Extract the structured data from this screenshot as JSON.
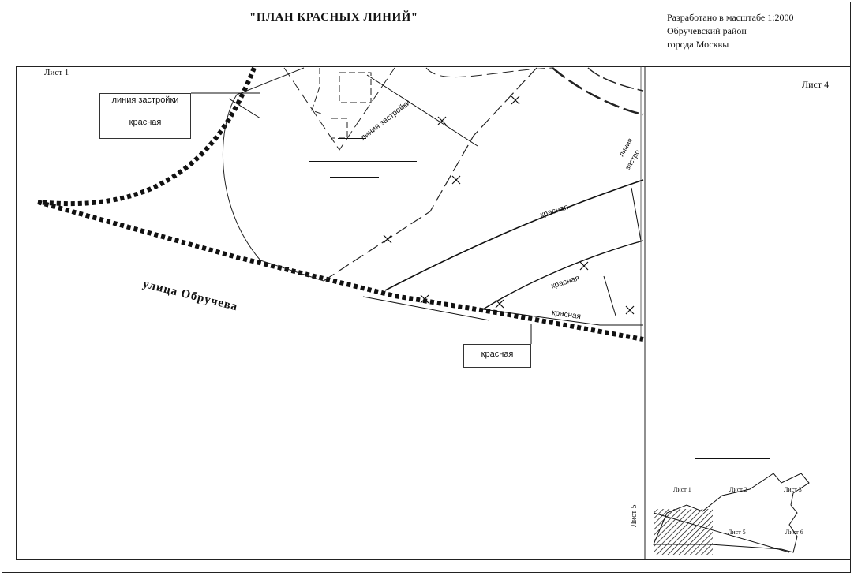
{
  "header": {
    "title": "\"ПЛАН КРАСНЫХ ЛИНИЙ\"",
    "info": [
      "Разработано в масштабе 1:2000",
      "Обручевский район",
      "города  Москвы"
    ]
  },
  "sheets": {
    "top_left": "Лист 1",
    "top_right": "Лист 4",
    "vertical": "Лист 5"
  },
  "legend": {
    "line1": "линия застройки",
    "line2": "красная"
  },
  "callout": {
    "label": "красная"
  },
  "street": {
    "name": "улица  Обручева"
  },
  "map_labels": {
    "building_line": "линия застройки",
    "red_1": "красная",
    "red_2": "красная",
    "red_3": "красная",
    "line_fragment": "линия",
    "line_fragment_2": "застро"
  },
  "inset": {
    "sheets": [
      "Лист 1",
      "Лист 2",
      "Лист 3",
      "Лист 5",
      "Лист 6"
    ]
  },
  "colors": {
    "ink": "#111111",
    "paper": "#ffffff"
  }
}
